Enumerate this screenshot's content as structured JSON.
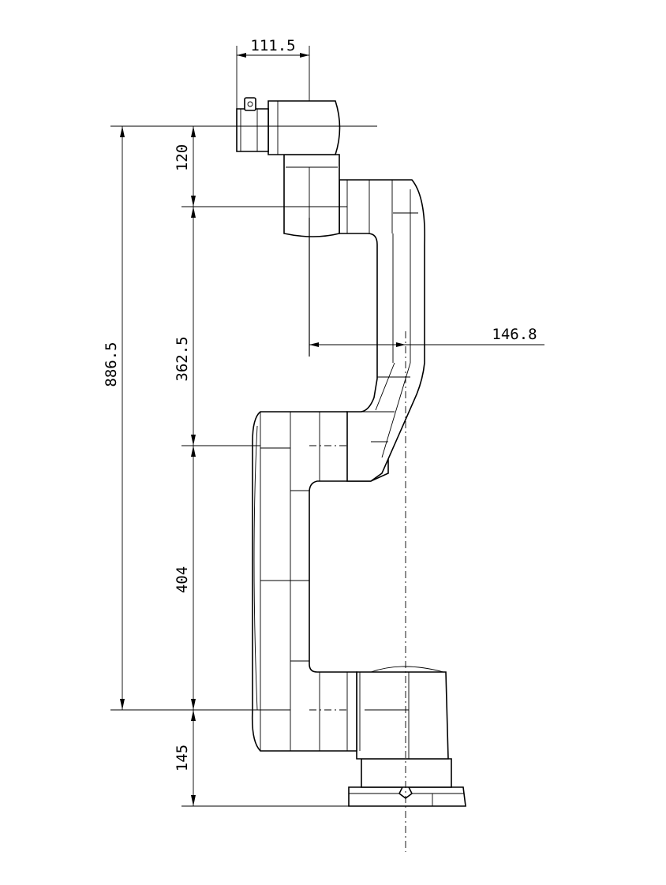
{
  "dimensions": {
    "top_offset": "111.5",
    "total_height": "886.5",
    "seg_wrist": "120",
    "seg_upper": "362.5",
    "seg_lower": "404",
    "seg_base": "145",
    "wrist_offset": "146.8"
  }
}
